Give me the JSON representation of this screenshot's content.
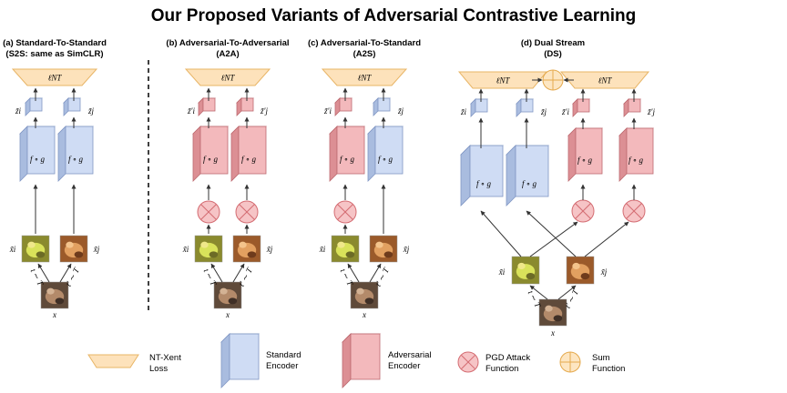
{
  "title": "Our Proposed Variants of Adversarial Contrastive Learning",
  "colors": {
    "loss_fill": "#fde2bb",
    "loss_stroke": "#e8b566",
    "std_front": "#cfdcf4",
    "std_top": "#e2eafa",
    "std_side": "#a9bcdf",
    "std_stroke": "#8197c4",
    "adv_front": "#f3b9bc",
    "adv_top": "#f8d2d4",
    "adv_side": "#dc8f94",
    "adv_stroke": "#bd6a70",
    "pgd_fill": "#f6c4c6",
    "pgd_stroke": "#d46c72",
    "sum_fill": "#fde6c2",
    "sum_stroke": "#e5aa4e"
  },
  "panels": [
    {
      "id": "s2s",
      "title_line1": "(a) Standard-To-Standard",
      "title_line2": "(S2S: same as SimCLR)",
      "loss_label": "ℓNT",
      "encoder_label": "f ∘ g",
      "left_encoder": "standard",
      "right_encoder": "standard",
      "left_z": "z̃i",
      "right_z": "z̃j",
      "left_x": "x̃i",
      "right_x": "x̃j",
      "input": "x",
      "left_t": "t ∼ T",
      "right_t": "t′ ∼ T"
    },
    {
      "id": "a2a",
      "title_line1": "(b) Adversarial-To-Adversarial",
      "title_line2": "(A2A)",
      "loss_label": "ℓNT",
      "encoder_label": "f ∘ g",
      "left_encoder": "adversarial",
      "right_encoder": "adversarial",
      "left_z": "z̃′i",
      "right_z": "z̃′j",
      "left_x": "x̃i",
      "right_x": "x̃j",
      "input": "x",
      "left_t": "t ∼ T",
      "right_t": "t′ ∼ T"
    },
    {
      "id": "a2s",
      "title_line1": "(c) Adversarial-To-Standard",
      "title_line2": "(A2S)",
      "loss_label": "ℓNT",
      "encoder_label": "f ∘ g",
      "left_encoder": "adversarial",
      "right_encoder": "standard",
      "left_z": "z̃′i",
      "right_z": "z̃j",
      "left_x": "x̃i",
      "right_x": "x̃j",
      "input": "x",
      "left_t": "t ∼ T",
      "right_t": "t′ ∼ T"
    }
  ],
  "dual": {
    "title_line1": "(d) Dual Stream",
    "title_line2": "(DS)",
    "loss_label": "ℓNT",
    "encoder_label": "f ∘ g",
    "z": [
      "z̃i",
      "z̃j",
      "z̃′i",
      "z̃′j"
    ],
    "left_x": "x̃i",
    "right_x": "x̃j",
    "input": "x",
    "left_t": "t ∼ T",
    "right_t": "t′ ∼ T"
  },
  "legend": {
    "loss_line1": "NT-Xent",
    "loss_line2": "Loss",
    "std_line1": "Standard",
    "std_line2": "Encoder",
    "adv_line1": "Adversarial",
    "adv_line2": "Encoder",
    "pgd_line1": "PGD Attack",
    "pgd_line2": "Function",
    "sum_line1": "Sum",
    "sum_line2": "Function"
  }
}
